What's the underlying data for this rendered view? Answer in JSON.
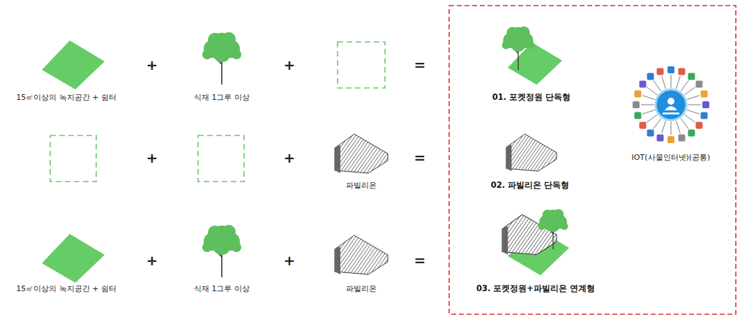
{
  "diagram": {
    "labels": [
      "15㎡이상의 녹지공간 + 쉼터",
      "+",
      "식재 1그루 이상",
      "+",
      "=",
      "01. 포켓정원 단독형",
      "+",
      "+",
      "파빌리온",
      "=",
      "02. 파빌리온 단독형",
      "IOT(사물인터넷)(공통)",
      "15㎡이상의 녹지공간 + 쉼터",
      "+",
      "식재 1그루 이상",
      "+",
      "파빌리온",
      "=",
      "03. 포켓정원+파빌리온 연계형"
    ]
  }
}
